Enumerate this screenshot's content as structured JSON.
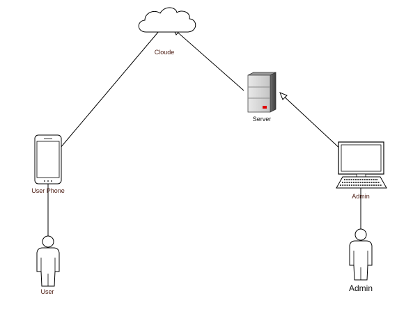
{
  "diagram": {
    "nodes": {
      "cloud": {
        "label": "Cloude",
        "icon": "cloud-icon"
      },
      "server": {
        "label": "Server",
        "icon": "server-icon"
      },
      "phone": {
        "label": "User Phone",
        "icon": "smartphone-icon"
      },
      "workstation": {
        "label": "Admin",
        "icon": "desktop-computer-icon"
      },
      "user": {
        "label": "User",
        "icon": "person-icon"
      },
      "admin_person": {
        "label": "Admin",
        "icon": "person-icon"
      }
    },
    "edges": [
      {
        "from": "user",
        "to": "phone"
      },
      {
        "from": "phone",
        "to": "cloud"
      },
      {
        "from": "server",
        "to": "cloud"
      },
      {
        "from": "workstation",
        "to": "server"
      },
      {
        "from": "admin_person",
        "to": "workstation"
      }
    ],
    "colors": {
      "label_text": "#4a1a10",
      "line": "#000000",
      "server_led": "#e00000"
    }
  }
}
